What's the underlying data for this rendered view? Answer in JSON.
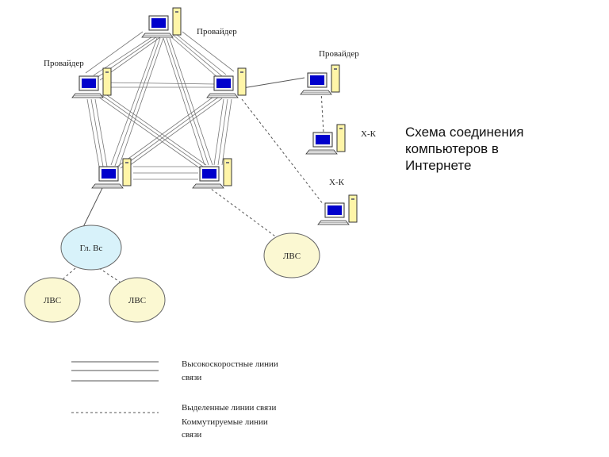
{
  "title_lines": [
    "Схема соединения",
    "компьютеров в",
    "Интернете"
  ],
  "labels": {
    "provider_top": "Провайдер",
    "provider_left": "Провайдер",
    "provider_right": "Провайдер",
    "xk_1": "Х-К",
    "xk_2": "Х-К"
  },
  "nodes": {
    "gateway": "Гл. Вс",
    "lan_bottom_left": "ЛВС",
    "lan_bottom_mid": "ЛВС",
    "lan_right": "ЛВС"
  },
  "legend": {
    "high_speed_line1": "Высокоскоростные линии",
    "high_speed_line2": "связи",
    "dedicated": "Выделенные линии связи",
    "switched_line1": "Коммутируемые линии",
    "switched_line2": "связи"
  },
  "colors": {
    "screen": "#0000cc",
    "tower": "#fff5a8",
    "gateway_fill": "#d8f2fa",
    "lan_fill": "#fbf8d2"
  }
}
